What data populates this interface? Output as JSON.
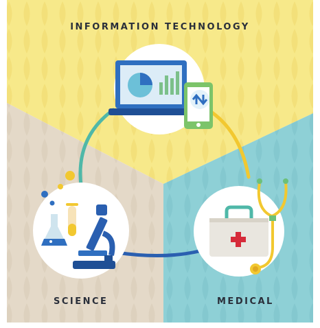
{
  "labels": {
    "information_technology": "INFORMATION TECHNOLOGY",
    "science": "SCIENCE",
    "medical": "MEDICAL"
  },
  "colors": {
    "top_panel": "#f7e98a",
    "left_panel": "#e4d9c8",
    "right_panel": "#8ed0d6",
    "ring_teal": "#4fb8a8",
    "ring_yellow": "#f2c830",
    "ring_blue": "#2a5fb0",
    "circle_fill": "#ffffff"
  },
  "icons": {
    "technology": [
      "laptop-icon",
      "pie-chart-icon",
      "bar-chart-icon",
      "smartphone-icon",
      "sync-arrows-icon"
    ],
    "science": [
      "microscope-icon",
      "flask-icon",
      "test-tube-icon",
      "bubbles-icon"
    ],
    "medical": [
      "first-aid-kit-icon",
      "stethoscope-icon"
    ]
  }
}
